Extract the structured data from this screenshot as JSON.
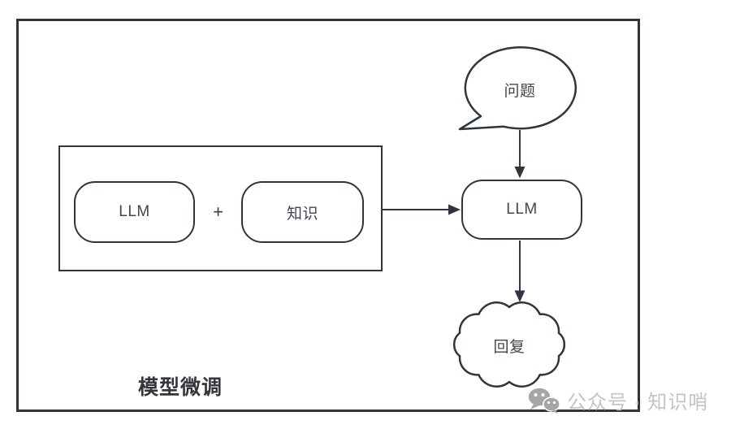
{
  "colors": {
    "stroke": "#2e3540",
    "node_text": "#40474f",
    "group_label_text": "#33373c",
    "watermark_text": "#c4c4c4",
    "watermark_icon": "#a6a6a6",
    "background": "#ffffff"
  },
  "diagram": {
    "group": {
      "label": "模型微调",
      "nodes": {
        "llm": "LLM",
        "plus": "+",
        "knowledge": "知识"
      }
    },
    "question_bubble": {
      "label": "问题"
    },
    "main_llm": {
      "label": "LLM"
    },
    "reply_cloud": {
      "label": "回复"
    }
  },
  "watermark": {
    "icon": "wechat-icon",
    "text": "公众号 · 知识哨"
  }
}
